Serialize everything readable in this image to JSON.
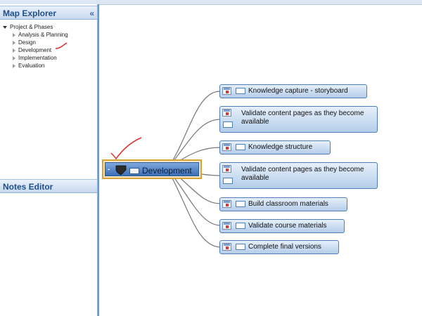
{
  "map_explorer": {
    "title": "Map Explorer",
    "collapse": "«",
    "root": "Project & Phases",
    "items": [
      "Analysis & Planning",
      "Design",
      "Development",
      "Implementation",
      "Evaluation"
    ]
  },
  "notes_editor": {
    "title": "Notes Editor"
  },
  "central_topic": {
    "collapse": "-",
    "label": "Development"
  },
  "subtopics": [
    "Knowledge capture - storyboard",
    "Validate content pages as they become available",
    "Knowledge structure",
    "Validate content pages as they become available",
    "Build classroom materials",
    "Validate course materials",
    "Complete final versions"
  ],
  "colors": {
    "accent_blue": "#4f7fb8",
    "selection": "#d8a23a",
    "annotation": "#e23030"
  }
}
